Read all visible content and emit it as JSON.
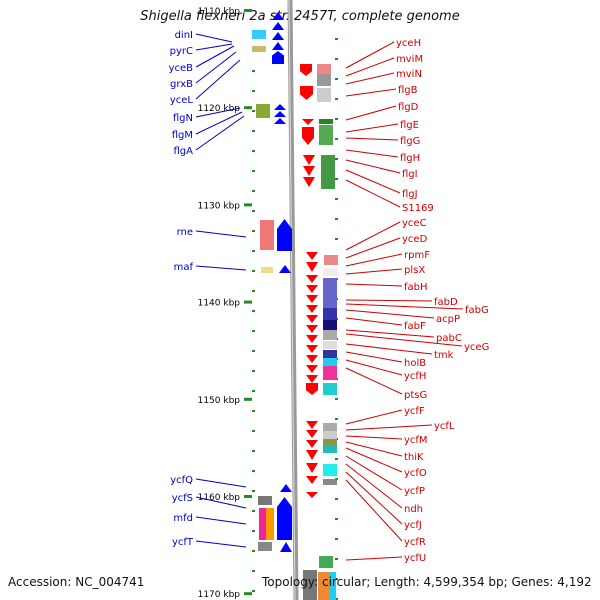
{
  "title": "Shigella flexneri 2a str. 2457T, complete genome",
  "footer": {
    "accession": "Accession: NC_004741",
    "summary": "Topology: circular; Length: 4,599,354 bp; Genes: 4,192"
  },
  "axis_labels": [
    {
      "label": "1110 kbp",
      "kbp": 1110
    },
    {
      "label": "1120 kbp",
      "kbp": 1120
    },
    {
      "label": "1130 kbp",
      "kbp": 1130
    },
    {
      "label": "1140 kbp",
      "kbp": 1140
    },
    {
      "label": "1150 kbp",
      "kbp": 1150
    },
    {
      "label": "1160 kbp",
      "kbp": 1160
    },
    {
      "label": "1170 kbp",
      "kbp": 1170
    }
  ],
  "left_genes": [
    {
      "name": "dinI",
      "color": "#0000cc"
    },
    {
      "name": "pyrC",
      "color": "#0000cc"
    },
    {
      "name": "yceB",
      "color": "#0000cc"
    },
    {
      "name": "grxB",
      "color": "#0000cc"
    },
    {
      "name": "yceL",
      "color": "#0000cc"
    },
    {
      "name": "flgN",
      "color": "#0000cc"
    },
    {
      "name": "flgM",
      "color": "#0000cc"
    },
    {
      "name": "flgA",
      "color": "#0000cc"
    },
    {
      "name": "rne",
      "color": "#0000cc"
    },
    {
      "name": "maf",
      "color": "#0000cc"
    },
    {
      "name": "ycfQ",
      "color": "#0000cc"
    },
    {
      "name": "ycfS",
      "color": "#0000cc"
    },
    {
      "name": "mfd",
      "color": "#0000cc"
    },
    {
      "name": "ycfT",
      "color": "#0000cc"
    }
  ],
  "right_genes": [
    {
      "name": "yceH",
      "color": "#cc0000"
    },
    {
      "name": "mviM",
      "color": "#cc0000"
    },
    {
      "name": "mviN",
      "color": "#cc0000"
    },
    {
      "name": "flgB",
      "color": "#cc0000"
    },
    {
      "name": "flgD",
      "color": "#cc0000"
    },
    {
      "name": "flgE",
      "color": "#cc0000"
    },
    {
      "name": "flgG",
      "color": "#cc0000"
    },
    {
      "name": "flgH",
      "color": "#cc0000"
    },
    {
      "name": "flgI",
      "color": "#cc0000"
    },
    {
      "name": "flgJ",
      "color": "#cc0000"
    },
    {
      "name": "S1169",
      "color": "#cc0000"
    },
    {
      "name": "yceC",
      "color": "#cc0000"
    },
    {
      "name": "yceD",
      "color": "#cc0000"
    },
    {
      "name": "rpmF",
      "color": "#cc0000"
    },
    {
      "name": "plsX",
      "color": "#cc0000"
    },
    {
      "name": "fabH",
      "color": "#cc0000"
    },
    {
      "name": "fabD",
      "color": "#cc0000"
    },
    {
      "name": "fabG",
      "color": "#cc0000"
    },
    {
      "name": "acpP",
      "color": "#cc0000"
    },
    {
      "name": "fabF",
      "color": "#cc0000"
    },
    {
      "name": "pabC",
      "color": "#cc0000"
    },
    {
      "name": "yceG",
      "color": "#cc0000"
    },
    {
      "name": "tmk",
      "color": "#cc0000"
    },
    {
      "name": "holB",
      "color": "#cc0000"
    },
    {
      "name": "ycfH",
      "color": "#cc0000"
    },
    {
      "name": "ptsG",
      "color": "#cc0000"
    },
    {
      "name": "ycfF",
      "color": "#cc0000"
    },
    {
      "name": "ycfL",
      "color": "#cc0000"
    },
    {
      "name": "ycfM",
      "color": "#cc0000"
    },
    {
      "name": "thiK",
      "color": "#cc0000"
    },
    {
      "name": "ycfO",
      "color": "#cc0000"
    },
    {
      "name": "ycfP",
      "color": "#cc0000"
    },
    {
      "name": "ndh",
      "color": "#cc0000"
    },
    {
      "name": "ycfJ",
      "color": "#cc0000"
    },
    {
      "name": "ycfR",
      "color": "#cc0000"
    },
    {
      "name": "ycfU",
      "color": "#cc0000"
    }
  ],
  "colors": {
    "backbone": "#999999",
    "tick": "#228b22",
    "forward_strand": "#0000ff",
    "reverse_strand": "#ff0000"
  }
}
